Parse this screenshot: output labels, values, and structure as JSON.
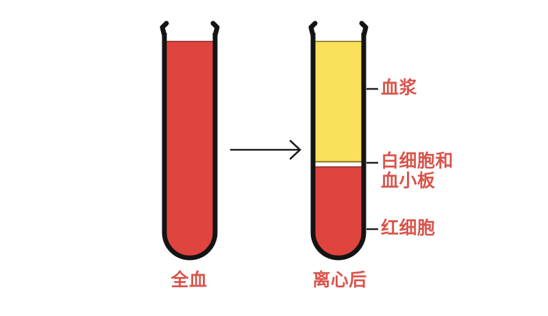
{
  "diagram": {
    "title": "blood-centrifugation-diagram",
    "background_color": "#ffffff",
    "outline_color": "#141414",
    "colors": {
      "whole_blood_red": "#e0443f",
      "red_blood_cells": "#e0443f",
      "plasma_yellow": "#fbe05a",
      "buffy_coat_white": "#ffffff",
      "label_red": "#d9544b",
      "arrow_black": "#1a1a1a"
    },
    "tubes": [
      {
        "id": "whole-blood-tube",
        "caption": "全血",
        "layers": [
          {
            "name": "whole-blood",
            "color": "#e0443f",
            "fraction": 1.0
          }
        ]
      },
      {
        "id": "centrifuged-tube",
        "caption": "离心后",
        "layers": [
          {
            "name": "plasma",
            "color": "#fbe05a",
            "fraction": 0.55
          },
          {
            "name": "buffy-coat",
            "color": "#ffffff",
            "fraction": 0.02
          },
          {
            "name": "red-blood-cells",
            "color": "#e0443f",
            "fraction": 0.43
          }
        ]
      }
    ],
    "arrow": {
      "name": "transformation-arrow",
      "direction": "right",
      "meaning": "centrifugation"
    },
    "callouts": [
      {
        "id": "plasma",
        "text": "血浆",
        "points_to": "plasma-layer"
      },
      {
        "id": "buffy-coat",
        "text": "白细胞和\n血小板",
        "points_to": "buffy-coat-layer"
      },
      {
        "id": "red-blood-cells",
        "text": "红细胞",
        "points_to": "red-cell-layer"
      }
    ]
  }
}
